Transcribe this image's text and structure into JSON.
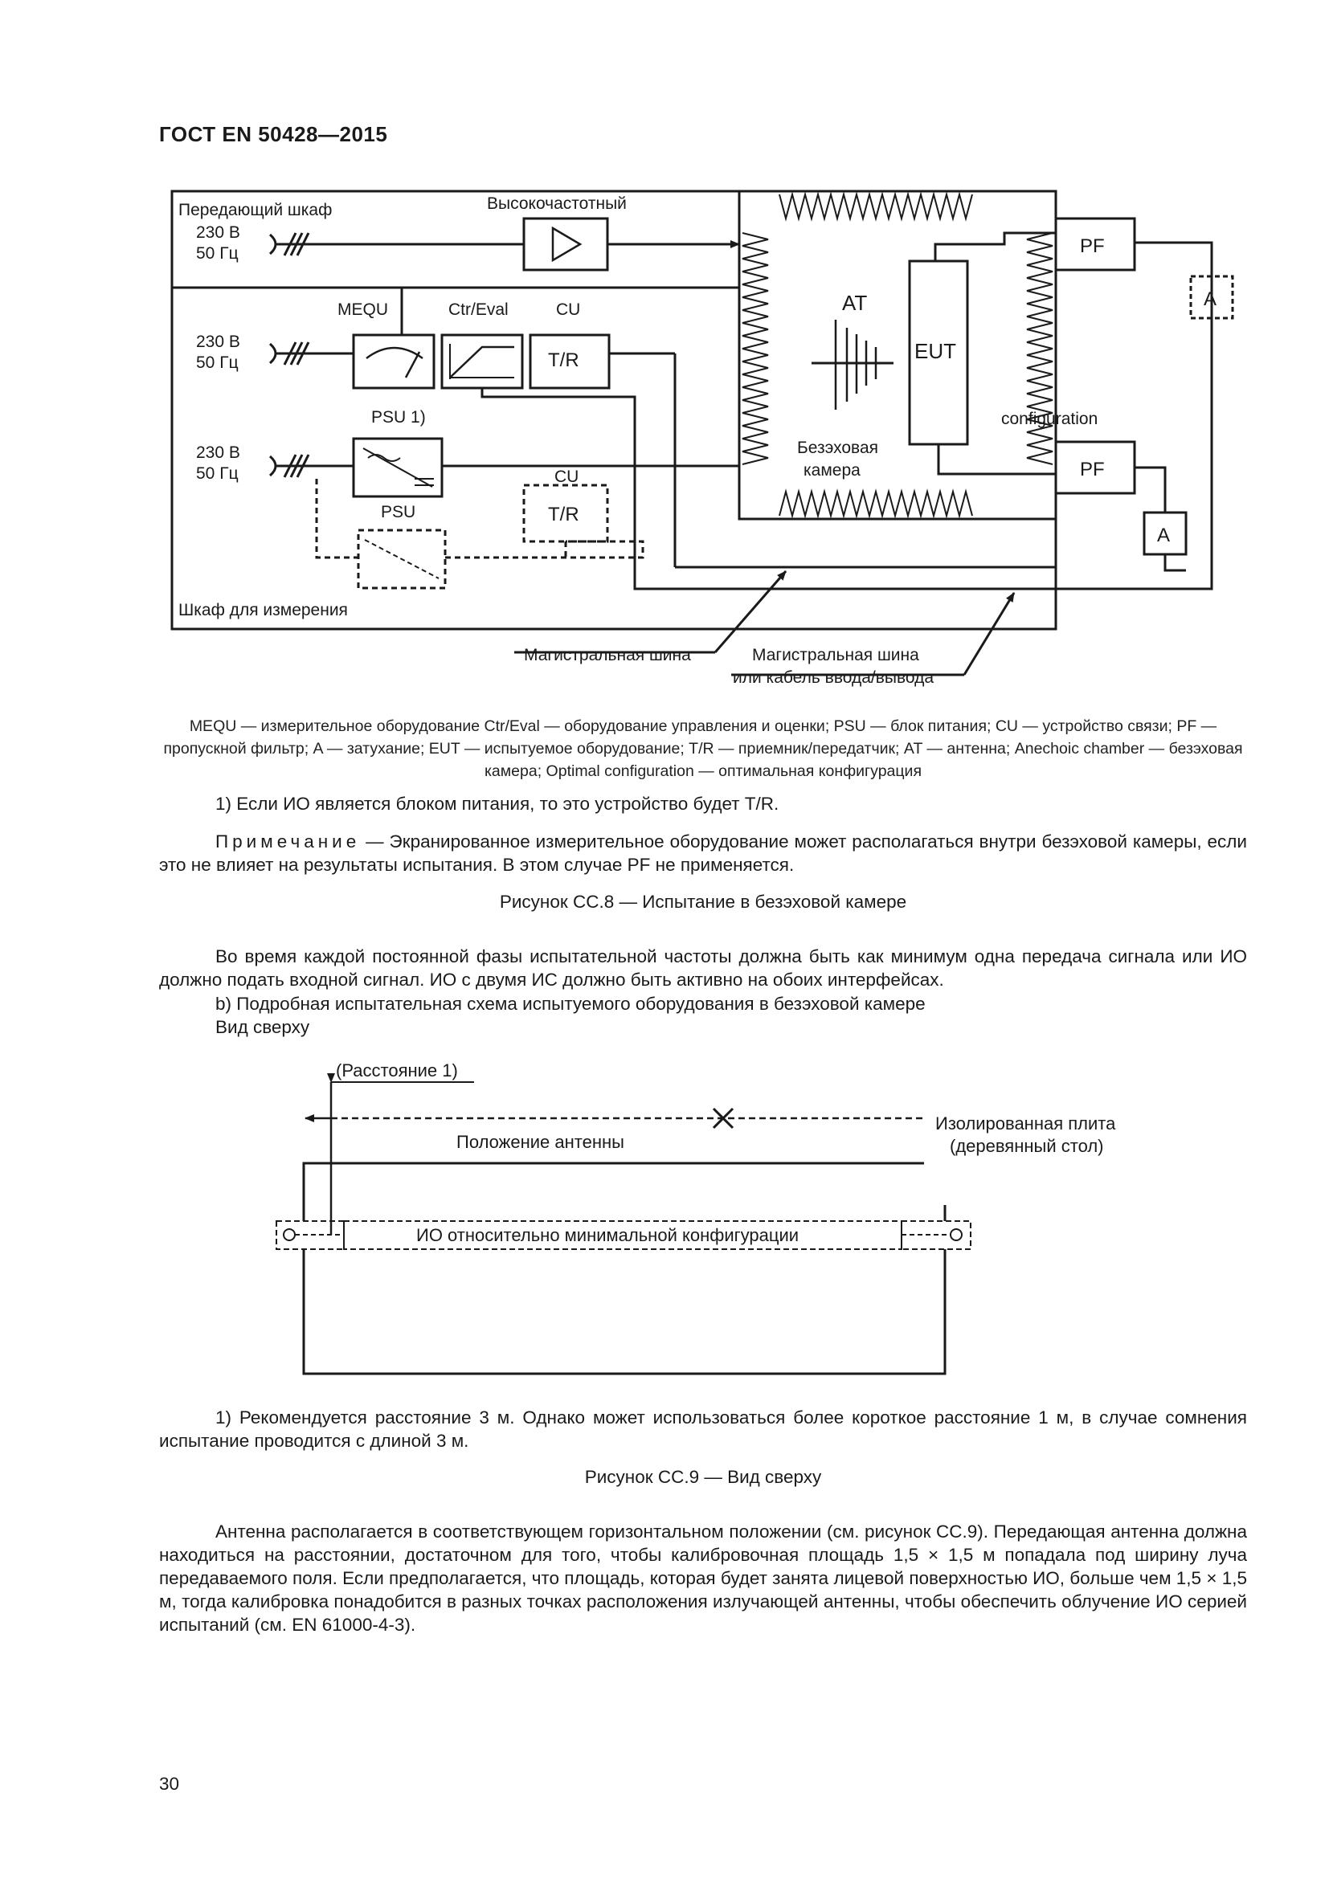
{
  "header": {
    "title": "ГОСТ EN 50428—2015"
  },
  "figure8": {
    "tx_cabinet": "Передающий шкаф",
    "voltage": "230 В",
    "freq": "50 Гц",
    "rf_amp": "Высокочастотный",
    "mequ": "MEQU",
    "ctr_eval": "Ctr/Eval",
    "cu": "CU",
    "tr": "T/R",
    "psu1": "PSU 1)",
    "psu": "PSU",
    "pf": "PF",
    "a": "A",
    "at": "AT",
    "eut": "EUT",
    "configuration": "configuration",
    "chamber_l1": "Безэховая",
    "chamber_l2": "камера",
    "meas_cabinet": "Шкаф для измерения",
    "bus": "Магистральная шина",
    "bus2_l1": "Магистральная шина",
    "bus2_l2": "или кабель ввода/вывода"
  },
  "legend": "MEQU — измерительное оборудование Ctr/Eval — оборудование управления и оценки; PSU — блок питания; CU — устройство связи; PF — пропускной фильтр; A — затухание; EUT — испытуемое оборудование; T/R — приемник/передатчик; AT — антенна; Anechoic chamber — безэховая камера; Optimal configuration — оптимальная конфигурация",
  "footnote8": "1) Если ИО является блоком питания, то это устройство будет T/R.",
  "note_label": "Примечание",
  "note_text": " — Экранированное измерительное оборудование может располагаться внутри безэховой камеры, если это не влияет на результаты испытания. В этом случае PF не применяется.",
  "caption8": "Рисунок CC.8 — Испытание в безэховой камере",
  "para1": "Во время каждой постоянной фазы испытательной частоты должна быть как минимум одна передача сигнала или ИО должно подать входной сигнал. ИО с двумя ИС должно быть активно на обоих интерфейсах.",
  "item_b": "b) Подробная испытательная схема испытуемого оборудования в безэховой камере",
  "view_top": "Вид сверху",
  "figure9": {
    "distance": "(Расстояние 1)",
    "antenna_pos": "Положение антенны",
    "plate_l1": "Изолированная плита",
    "plate_l2": "(деревянный стол)",
    "eut_min": "ИО относительно минимальной конфигурации"
  },
  "footnote9": "1) Рекомендуется расстояние 3 м. Однако может использоваться более короткое расстояние 1 м, в случае сомнения испытание проводится с длиной 3 м.",
  "caption9": "Рисунок CC.9 — Вид сверху",
  "para2": "Антенна располагается в соответствующем горизонтальном положении (см. рисунок CC.9). Передающая антенна должна находиться на расстоянии, достаточном для того, чтобы калибровочная площадь 1,5 × 1,5 м попадала под ширину луча передаваемого поля. Если предполагается, что площадь, которая будет занята лицевой поверхностью ИО, больше чем 1,5 × 1,5 м, тогда калибровка понадобится в разных точках расположения излучающей антенны, чтобы обеспечить облучение ИО серией испытаний (см. EN 61000-4-3).",
  "page_number": "30"
}
